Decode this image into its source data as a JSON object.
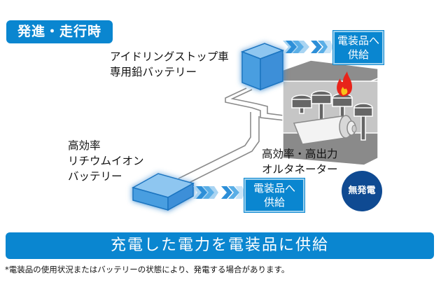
{
  "mode_badge": "発進・走行時",
  "components": {
    "lead_battery": {
      "line1": "アイドリングストップ車",
      "line2": "専用鉛バッテリー"
    },
    "liion_battery": {
      "line1": "高効率",
      "line2": "リチウムイオン",
      "line3": "バッテリー"
    },
    "alternator": {
      "line1": "高効率・高出力",
      "line2": "オルタネーター"
    }
  },
  "supply_boxes": [
    {
      "line1": "電装品へ",
      "line2": "供給"
    },
    {
      "line1": "電装品へ",
      "line2": "供給"
    }
  ],
  "status_badge": "無発電",
  "banner": "充電した電力を電装品に供給",
  "footnote": "*電装品の使用状況またはバッテリーの状態により、発電する場合があります。",
  "colors": {
    "accent": "#0a86d0",
    "status_dark": "#0f4a92",
    "battery_blue": "#5aa8e6",
    "arrow_light": "#a9d4f2",
    "engine_gray": "#7c7c7c",
    "flame": "#e8231a"
  },
  "icons": {
    "flame": "flame-icon",
    "arrow": "chevron-arrow-icon"
  }
}
